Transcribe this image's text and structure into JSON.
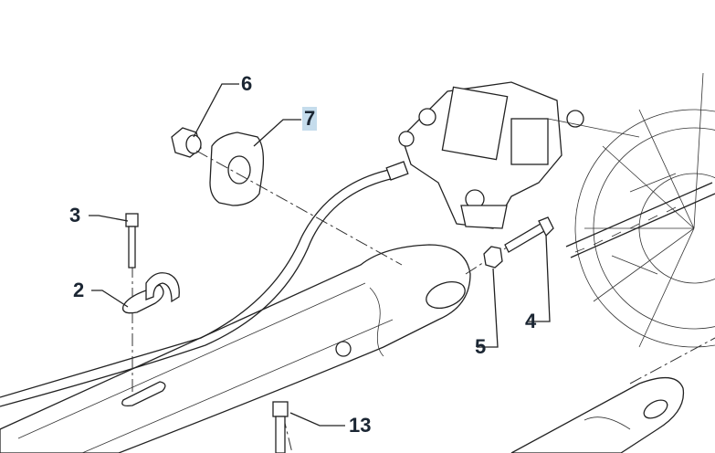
{
  "callouts": [
    {
      "id": "6",
      "label": "6"
    },
    {
      "id": "7",
      "label": "7",
      "highlighted": true
    },
    {
      "id": "3",
      "label": "3"
    },
    {
      "id": "2",
      "label": "2"
    },
    {
      "id": "5",
      "label": "5"
    },
    {
      "id": "4",
      "label": "4"
    },
    {
      "id": "13",
      "label": "13"
    }
  ],
  "colors": {
    "highlight": "#c5dcec",
    "label": "#1b2633"
  }
}
